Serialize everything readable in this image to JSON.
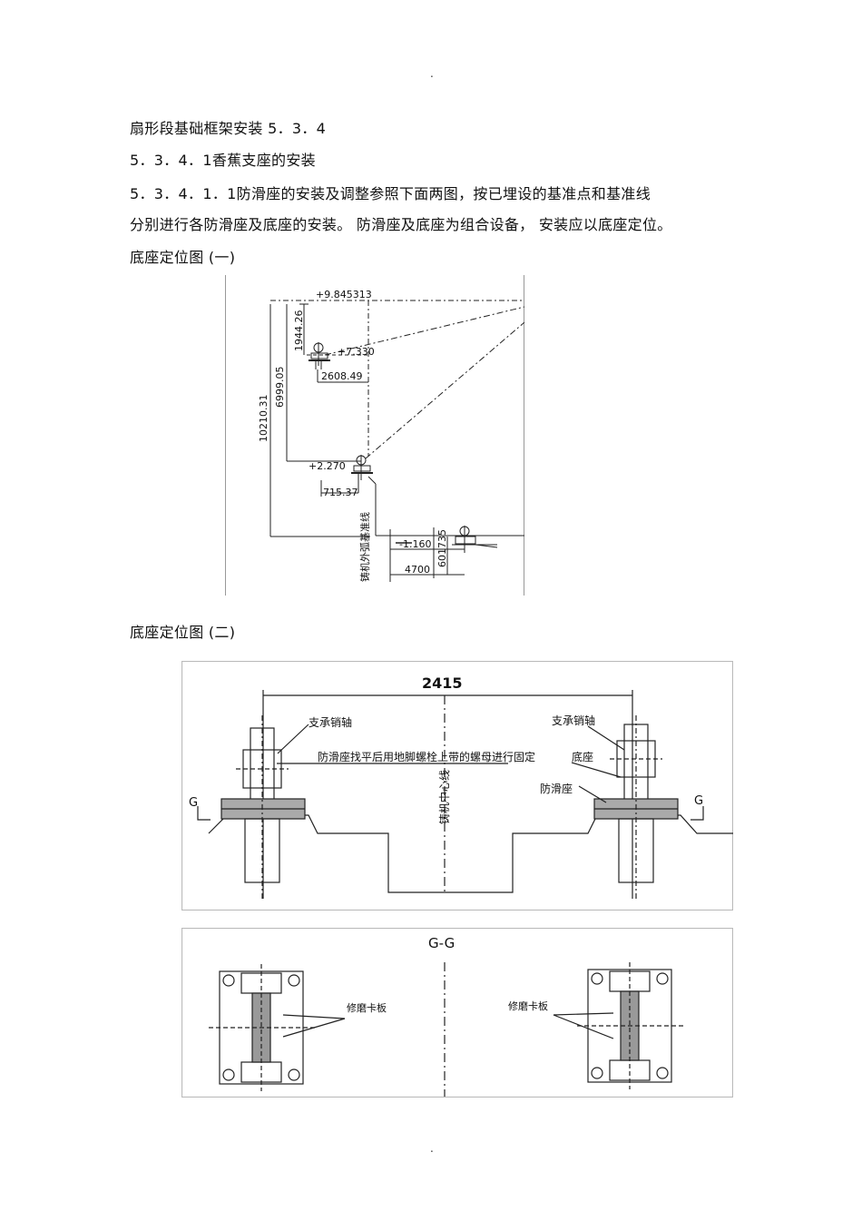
{
  "header_dot": ".",
  "footer_dot": ".",
  "lines": [
    "扇形段基础框架安装  5．3．4",
    "5．3．4．1香蕉支座的安装",
    "5．3．4．1．1防滑座的安装及调整参照下面两图，按已埋设的基准点和基准线",
    "分别进行各防滑座及底座的安装。  防滑座及底座为组合设备，  安装应以底座定位。",
    "底座定位图 (一)"
  ],
  "caption2": "底座定位图 (二)",
  "fig1": {
    "dim_top_elev": "+9.845313",
    "dim_1944": "1944.26",
    "dim_6999": "6999.05",
    "dim_10210": "10210.31",
    "elev_7330": "+7.330",
    "dim_2608": "2608.49",
    "elev_2270": "+2.270",
    "dim_715": "715.37",
    "elev_1160": "-1.160",
    "dim_4700": "4700",
    "dim_601735": "601735",
    "vertical_label": "铸机外弧基准线"
  },
  "fig2": {
    "dim_2415": "2415",
    "label_pin_left": "支承销轴",
    "label_pin_right": "支承销轴",
    "label_note": "防滑座找平后用地脚螺栓上带的螺母进行固定",
    "label_base": "底座",
    "label_antislip": "防滑座",
    "label_center": "铸机中心线",
    "label_g_left": "G",
    "label_g_right": "G",
    "label_section": "G-G",
    "label_shim_left": "修磨卡板",
    "label_shim_right": "修磨卡板"
  }
}
